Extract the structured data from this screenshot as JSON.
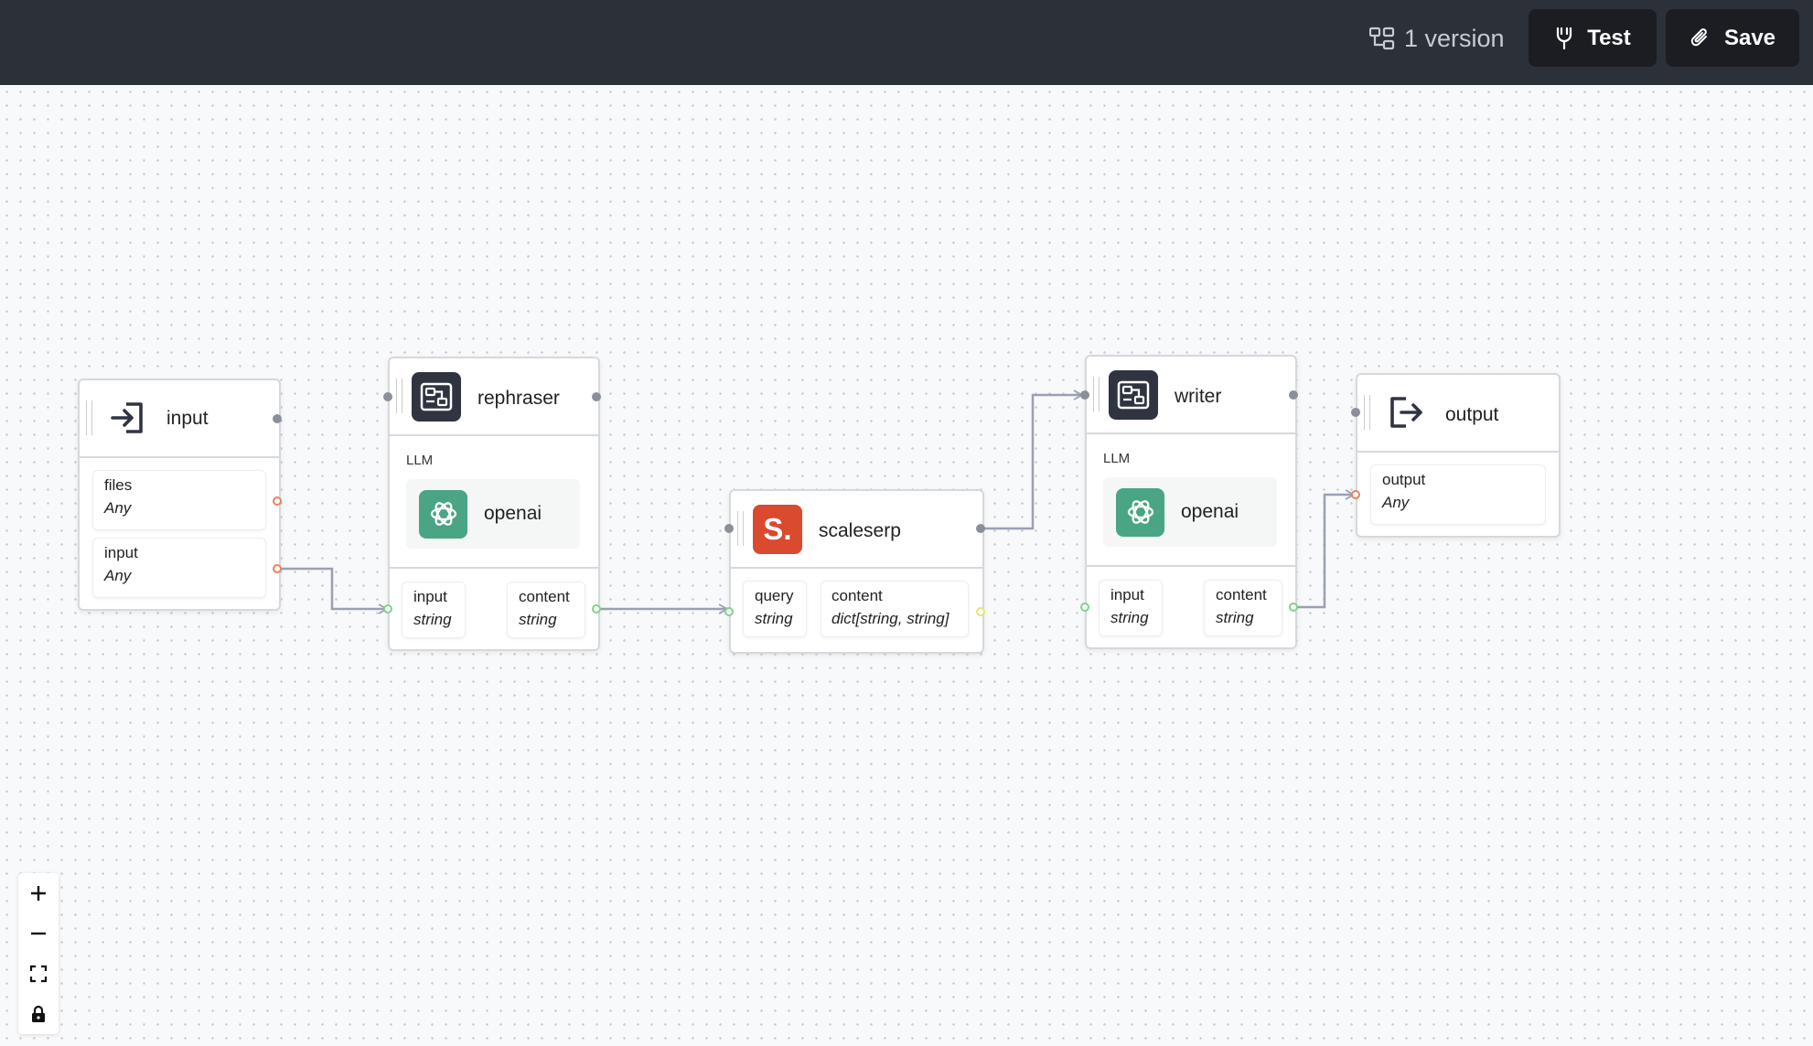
{
  "header": {
    "version_label": "1 version",
    "test_label": "Test",
    "save_label": "Save"
  },
  "nodes": {
    "input": {
      "title": "input",
      "fields": [
        {
          "name": "files",
          "type": "Any"
        },
        {
          "name": "input",
          "type": "Any"
        }
      ]
    },
    "rephraser": {
      "title": "rephraser",
      "llm_label": "LLM",
      "provider": "openai",
      "inputs": [
        {
          "name": "input",
          "type": "string"
        }
      ],
      "outputs": [
        {
          "name": "content",
          "type": "string"
        }
      ]
    },
    "scaleserp": {
      "title": "scaleserp",
      "icon_letter": "S.",
      "inputs": [
        {
          "name": "query",
          "type": "string"
        }
      ],
      "outputs": [
        {
          "name": "content",
          "type": "dict[string, string]"
        }
      ]
    },
    "writer": {
      "title": "writer",
      "llm_label": "LLM",
      "provider": "openai",
      "inputs": [
        {
          "name": "input",
          "type": "string"
        }
      ],
      "outputs": [
        {
          "name": "content",
          "type": "string"
        }
      ]
    },
    "output": {
      "title": "output",
      "fields": [
        {
          "name": "output",
          "type": "Any"
        }
      ]
    }
  },
  "colors": {
    "header_bg": "#2c3038",
    "button_bg": "#1b1d22",
    "openai_green": "#4aa584",
    "scaleserp_red": "#d94a2e",
    "edge": "#9aa0b4"
  },
  "icons": [
    "version-tree-icon",
    "test-icon",
    "save-paperclip-icon",
    "input-enter-icon",
    "agent-icon",
    "openai-icon",
    "scaleserp-icon",
    "output-exit-icon",
    "zoom-in-icon",
    "zoom-out-icon",
    "fit-view-icon",
    "lock-icon"
  ]
}
